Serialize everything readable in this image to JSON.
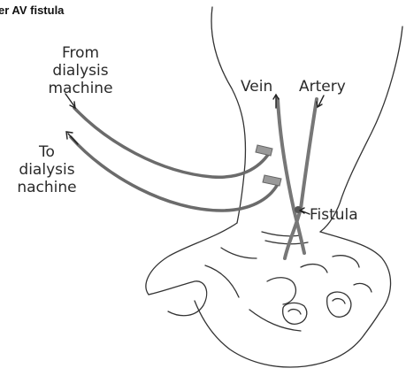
{
  "caption": "er AV fistula",
  "labels": {
    "from_line1": "From",
    "from_line2": "dialysis",
    "from_line3": "machine",
    "to_line1": "To",
    "to_line2": "dialysis",
    "to_line3": "nachine",
    "vein": "Vein",
    "artery": "Artery",
    "fistula": "Fistula"
  },
  "colors": {
    "outline": "#333333",
    "tube": "#6b6b6b",
    "vessel": "#777777",
    "needle": "#8a8a8a"
  }
}
